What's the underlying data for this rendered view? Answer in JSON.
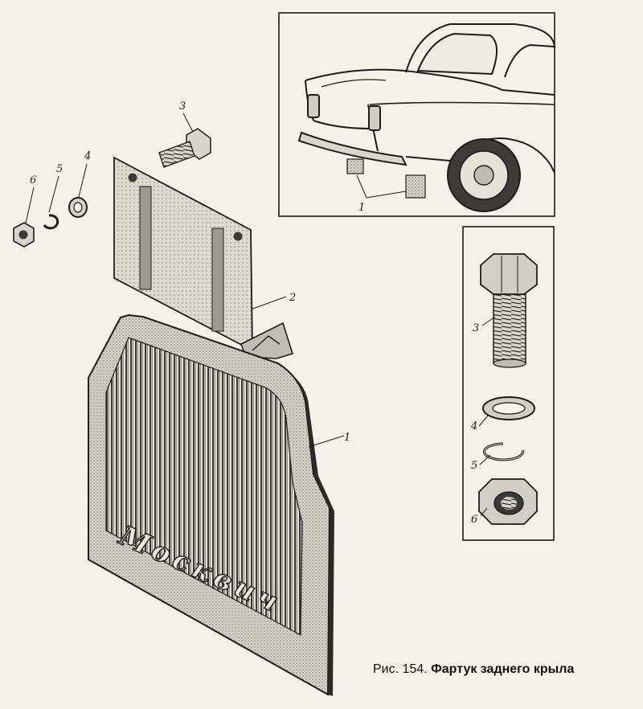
{
  "figure": {
    "caption_prefix": "Рис. 154.",
    "caption_title": "Фартук заднего крыла"
  },
  "mudflap_lettering": "Москвич",
  "callouts": {
    "mudflap": "1",
    "bracket": "2",
    "bolt": "3",
    "washer": "4",
    "spring_washer": "5",
    "nut": "6",
    "car_mudflap": "1",
    "detail_bolt": "3",
    "detail_washer": "4",
    "detail_spring_washer": "5",
    "detail_nut": "6"
  },
  "colors": {
    "paper": "#f2f1ea",
    "ink": "#1c1c1c"
  }
}
